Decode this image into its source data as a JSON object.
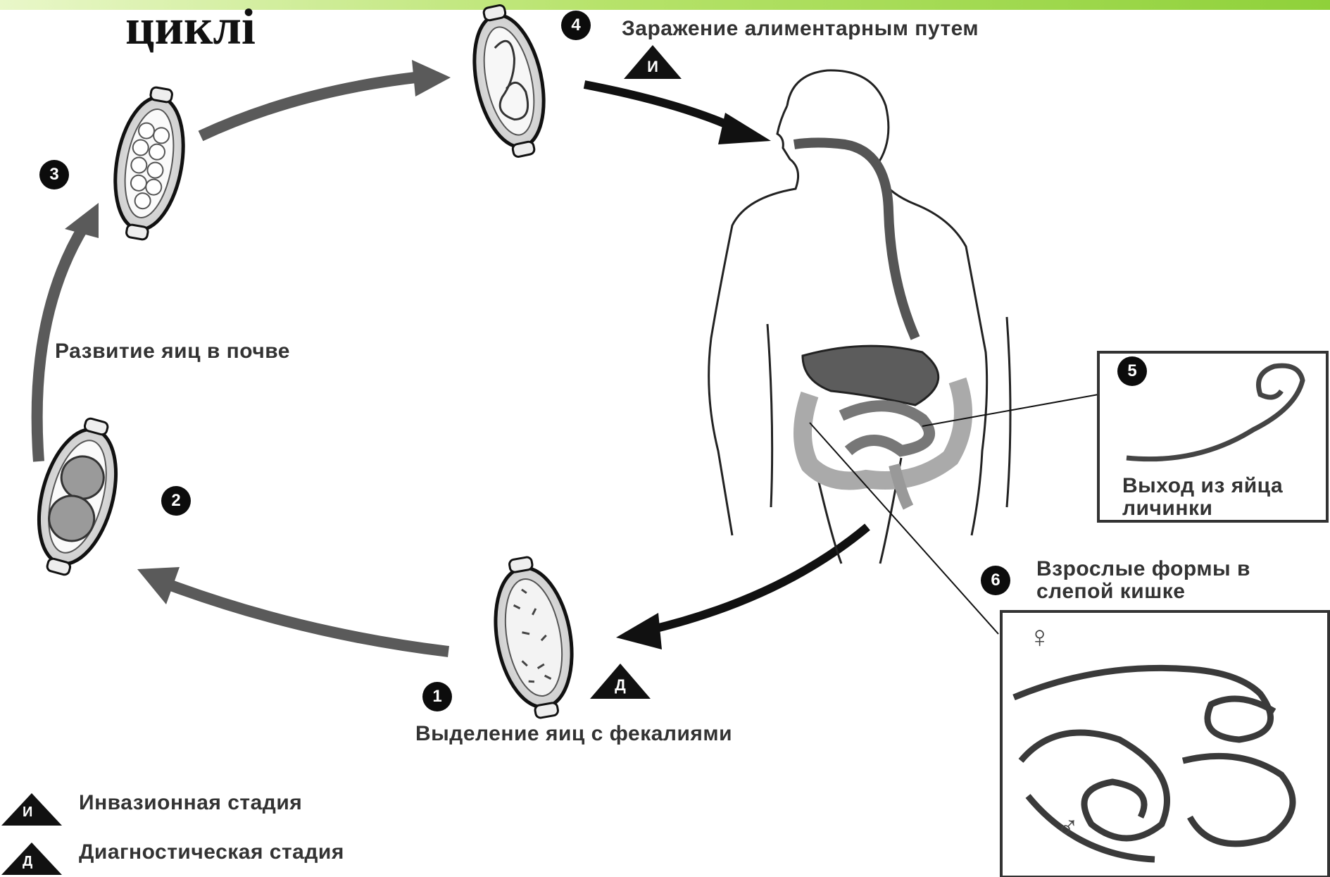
{
  "title": "циклі",
  "steps": {
    "s1": {
      "number": "1",
      "label": "Выделение яиц с фекалиями"
    },
    "s2": {
      "number": "2"
    },
    "s3": {
      "number": "3"
    },
    "s4": {
      "number": "4",
      "label": "Заражение алиментарным путем"
    },
    "s5": {
      "number": "5",
      "label": "Выход из яйца личинки"
    },
    "s6": {
      "number": "6",
      "label": "Взрослые формы в слепой кишке"
    }
  },
  "soil_label": "Развитие яиц в почве",
  "markers": {
    "invasive": {
      "letter": "И",
      "label": "Инвазионная стадия"
    },
    "diagnostic": {
      "letter": "Д",
      "label": "Диагностическая стадия"
    }
  },
  "sex_symbols": {
    "female": "♀",
    "male": "♂"
  },
  "colors": {
    "accent_bar": "#8fd13a",
    "arrow_dark": "#111111",
    "arrow_gray": "#5a5a5a",
    "badge": "#0c0c0c"
  }
}
